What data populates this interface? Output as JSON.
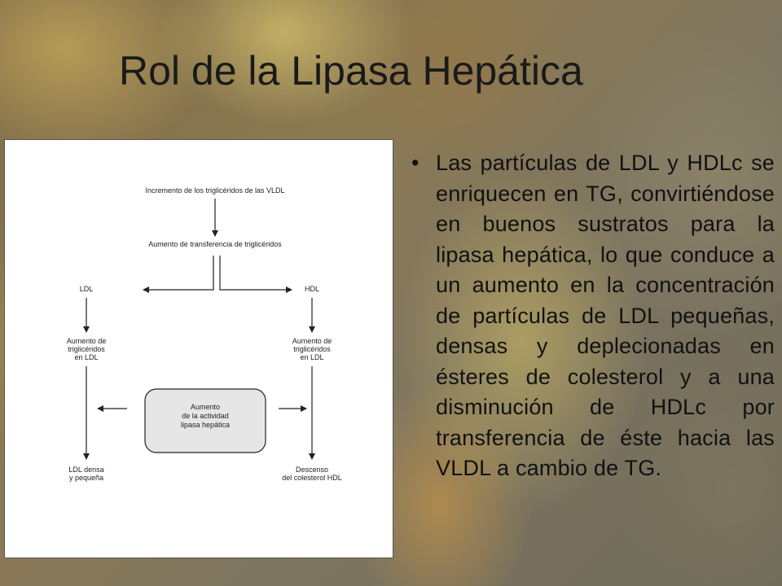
{
  "title": "Rol de la Lipasa Hepática",
  "diagram": {
    "top": "Incremento de los triglicéridos de las VLDL",
    "second": "Aumento de transferencia de triglicéridos",
    "ldl": "LDL",
    "hdl": "HDL",
    "ldl_tg": [
      "Aumento de",
      "triglicéridos",
      "en LDL"
    ],
    "hdl_tg": [
      "Aumento de",
      "triglicéridos",
      "en LDL"
    ],
    "center": [
      "Aumento",
      "de la actividad",
      "lipasa hepática"
    ],
    "ldl_result": [
      "LDL densa",
      "y pequeña"
    ],
    "hdl_result": [
      "Descenso",
      "del colesterol HDL"
    ]
  },
  "bullet": {
    "text": "Las partículas de LDL y HDLc se enriquecen en TG, convirtiéndose en buenos sustratos para la lipasa hepática, lo que conduce a un aumento en la concentración de partículas de LDL pequeñas, densas y deplecionadas en ésteres de colesterol y a una disminución de HDLc por transferencia de éste hacia las VLDL a cambio de TG."
  }
}
